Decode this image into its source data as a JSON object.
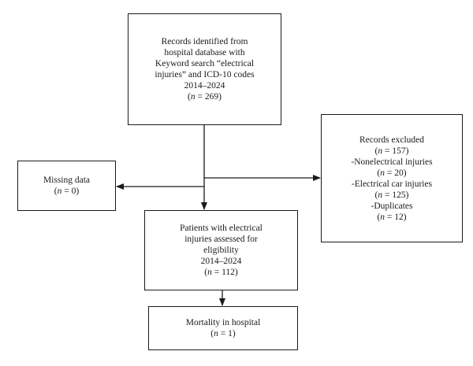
{
  "diagram": {
    "identified": {
      "lines": [
        "Records identified from",
        "hospital database with",
        "Keyword search “electrical",
        "injuries” and ICD-10 codes",
        "2014–2024"
      ],
      "count_prefix": "(",
      "count_var": "n",
      "count_rest": " = 269)"
    },
    "excluded": {
      "title": "Records excluded",
      "count_rest": " = 157)",
      "items": [
        {
          "label": "-Nonelectrical injuries",
          "count_rest": " = 20)"
        },
        {
          "label": "-Electrical car injuries",
          "count_rest": " = 125)"
        },
        {
          "label": "-Duplicates",
          "count_rest": " = 12)"
        }
      ]
    },
    "missing": {
      "title": "Missing data",
      "count_rest": " = 0)"
    },
    "patients": {
      "lines": [
        "Patients with electrical",
        "injuries assessed for",
        "eligibility",
        "2014–2024"
      ],
      "count_rest": " = 112)"
    },
    "mortality": {
      "title": "Mortality in hospital",
      "count_rest": " = 1)"
    },
    "count_prefix": "(",
    "count_var": "n"
  }
}
